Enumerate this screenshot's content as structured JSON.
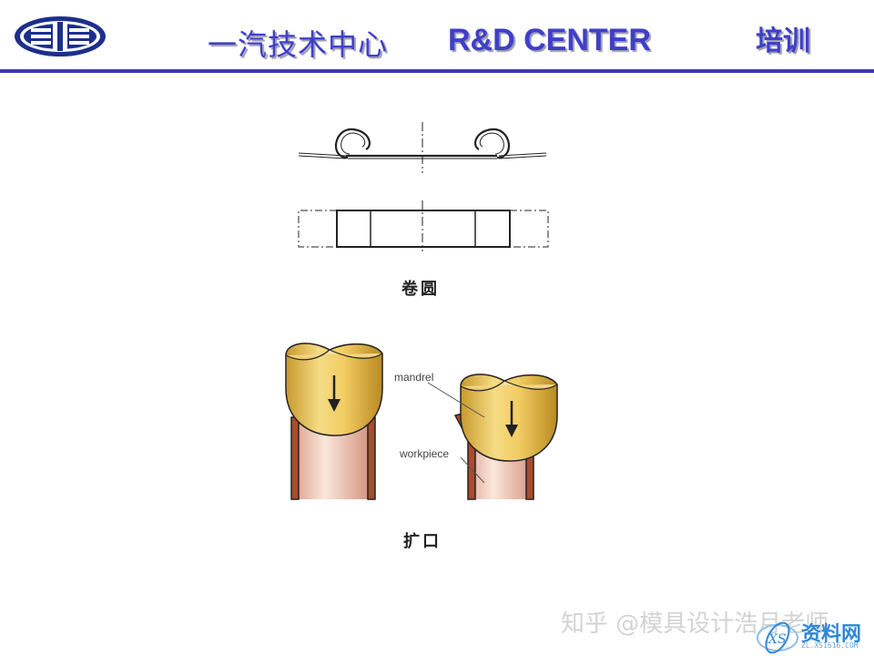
{
  "header": {
    "title_cn": "一汽技术中心",
    "title_en": "R&D CENTER",
    "tag": "培训",
    "accent_color": "#3f3fc8"
  },
  "figures": {
    "curling": {
      "caption": "卷圆"
    },
    "flaring": {
      "caption": "扩口",
      "label_mandrel": "mandrel",
      "label_workpiece": "workpiece"
    }
  },
  "footer": {
    "watermark": "知乎 @模具设计浩月老师",
    "brand": "资料网",
    "brand_url": "ZL.XS1616.COM"
  }
}
